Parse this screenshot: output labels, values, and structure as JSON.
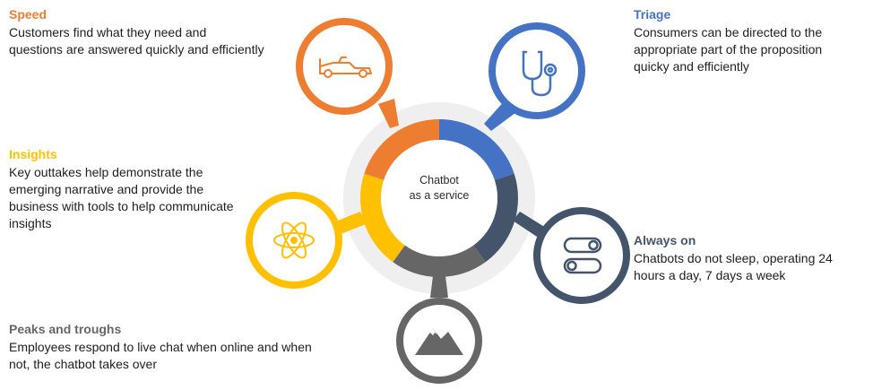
{
  "center": {
    "line1": "Chatbot",
    "line2": "as a service"
  },
  "colors": {
    "speed": "#ED7D31",
    "triage": "#4472C4",
    "always_on": "#44546A",
    "peaks": "#666666",
    "insights": "#FFC000"
  },
  "blocks": {
    "speed": {
      "title": "Speed",
      "text": "Customers find what they need and\nquestions are answered quickly and efficiently",
      "icon": "race-car-icon"
    },
    "triage": {
      "title": "Triage",
      "text": "Consumers  can be directed to the\nappropriate part of the proposition\nquicky and efficiently",
      "icon": "stethoscope-icon"
    },
    "insights": {
      "title": "Insights",
      "text": "Key outtakes help demonstrate the\nemerging narrative and provide the\nbusiness with tools to help communicate\ninsights",
      "icon": "atom-icon"
    },
    "always_on": {
      "title": "Always on",
      "text": "Chatbots do not sleep, operating 24\nhours a day, 7 days a week",
      "icon": "toggle-switches-icon"
    },
    "peaks": {
      "title": "Peaks and troughs",
      "text": "Employees respond to live chat when online and when\nnot, the chatbot takes over",
      "icon": "mountain-icon"
    }
  }
}
